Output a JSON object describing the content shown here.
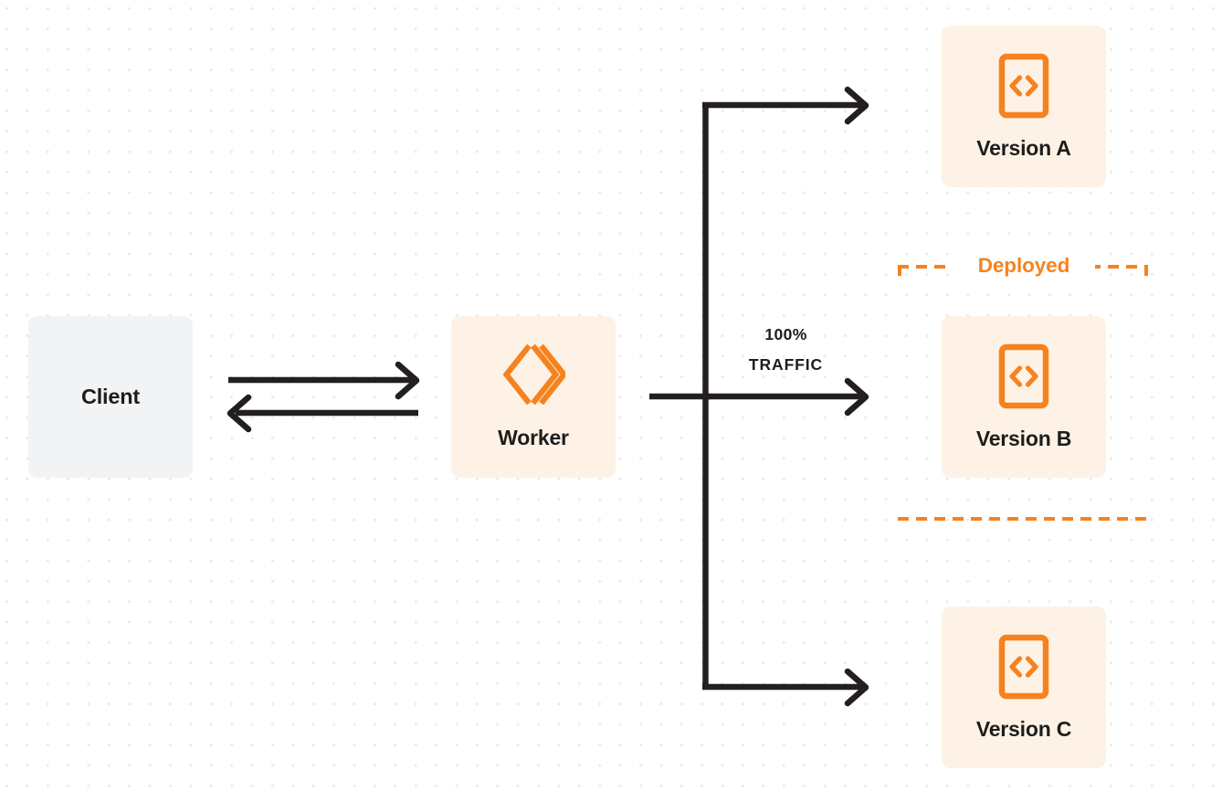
{
  "diagram": {
    "title": "Cloudflare Worker version traffic routing",
    "background": {
      "color": "#ffffff",
      "dot_color": "#e9e9ea",
      "pattern": "dotted-grid"
    },
    "colors": {
      "accent_orange": "#f6821f",
      "node_cream": "#fdf2e5",
      "node_gray": "#f2f3f4",
      "text_dark": "#1d1d1d",
      "arrow_dark": "#231f20"
    },
    "nodes": {
      "client": {
        "label": "Client",
        "fill": "#f2f3f4",
        "icon": "none"
      },
      "worker": {
        "label": "Worker",
        "fill": "#fdf2e5",
        "icon": "cloudflare-workers-logo-icon"
      },
      "version_a": {
        "label": "Version A",
        "fill": "#fdf2e5",
        "icon": "code-document-icon"
      },
      "version_b": {
        "label": "Version B",
        "fill": "#fdf2e5",
        "icon": "code-document-icon"
      },
      "version_c": {
        "label": "Version C",
        "fill": "#fdf2e5",
        "icon": "code-document-icon"
      }
    },
    "group": {
      "deployed_label": "Deployed",
      "border_style": "dashed",
      "border_color": "#f6821f",
      "contains": "Version B"
    },
    "edges": {
      "traffic_percent": "100%",
      "traffic_word": "TRAFFIC",
      "client_to_worker": "request-arrow-right",
      "worker_to_client": "response-arrow-left",
      "worker_to_version_a": "branch-arrow-top",
      "worker_to_version_b": "branch-arrow-middle",
      "worker_to_version_c": "branch-arrow-bottom"
    }
  }
}
